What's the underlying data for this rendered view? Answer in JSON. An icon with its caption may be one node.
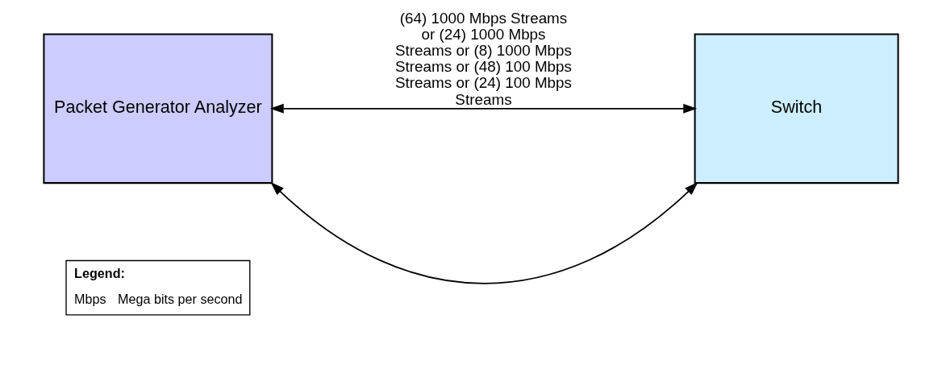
{
  "diagram": {
    "nodes": [
      {
        "text": [
          "Packet Generator Analyzer"
        ]
      },
      {
        "text": [
          "Switch"
        ]
      }
    ],
    "edges": [
      {
        "from": 0,
        "to": 1,
        "arrow": "both",
        "label": "(64) 1000 Mbps Streams or (24) 1000 Mbps Streams or (8) 1000 Mbps Streams or (48) 100 Mbps Streams or (24) 100 Mbps Streams"
      },
      {
        "from": 0,
        "to": 1,
        "arrow": "both"
      }
    ],
    "labels": [
      "Legend:",
      "Mbps",
      "Mega bits per second"
    ]
  }
}
